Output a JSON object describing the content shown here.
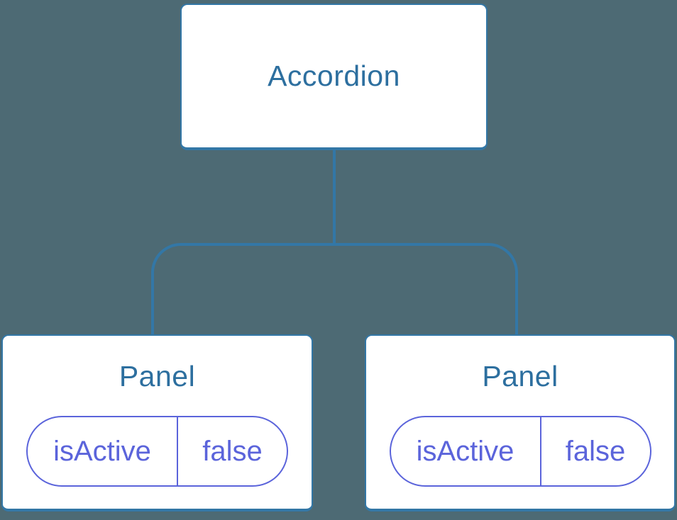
{
  "diagram": {
    "type": "component-tree",
    "root": {
      "label": "Accordion"
    },
    "panels": [
      {
        "label": "Panel",
        "state": {
          "key": "isActive",
          "value": "false"
        }
      },
      {
        "label": "Panel",
        "state": {
          "key": "isActive",
          "value": "false"
        }
      }
    ],
    "colors": {
      "background": "#4D6A74",
      "node_fill": "#FFFFFF",
      "node_border": "#3377A6",
      "node_text": "#2D6F9F",
      "connector": "#3377A6",
      "state_accent": "#5B64DB"
    }
  }
}
